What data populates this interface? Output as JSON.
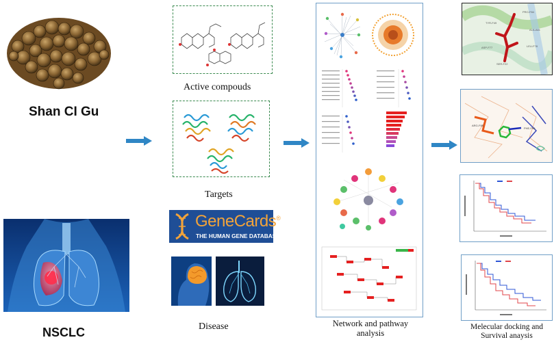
{
  "herb": {
    "name": "Shan CI Gu"
  },
  "disease": {
    "name": "NSCLC"
  },
  "stage_labels": {
    "compounds": "Active compouds",
    "targets": "Targets",
    "disease": "Disease",
    "network": "Network and pathway analysis",
    "docking": "Melecular docking  and Survival anaysis"
  },
  "genecards": {
    "title": "GeneCards",
    "registered": "®",
    "subtitle": "THE HUMAN GENE DATABASE"
  },
  "colors": {
    "arrow": "#2f86c5",
    "panel_border_green": "#3a8a4f",
    "panel_border_blue": "#6f9ec7",
    "genecards_bg": "#1f4e96",
    "genecards_text": "#f2a33a"
  },
  "residue_labels": [
    "PRO-F84",
    "ALA-A61",
    "TYR-F49",
    "LEU-F78",
    "ASP-F77",
    "SER-F22",
    "ARG-F89",
    "PHE-F96"
  ]
}
